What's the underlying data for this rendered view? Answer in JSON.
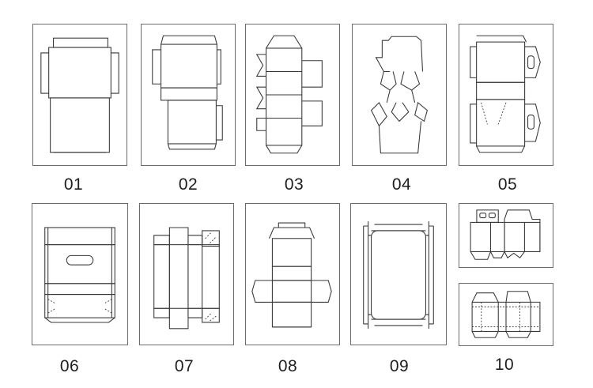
{
  "dielines": [
    {
      "id": "box-01",
      "number": "01"
    },
    {
      "id": "box-02",
      "number": "02"
    },
    {
      "id": "box-03",
      "number": "03"
    },
    {
      "id": "box-04",
      "number": "04"
    },
    {
      "id": "box-05",
      "number": "05"
    },
    {
      "id": "box-06",
      "number": "06"
    },
    {
      "id": "box-07",
      "number": "07"
    },
    {
      "id": "box-08",
      "number": "08"
    },
    {
      "id": "box-09",
      "number": "09"
    },
    {
      "id": "box-10",
      "number": "10"
    }
  ],
  "colors": {
    "line": "#3a3a3a",
    "frame": "#6b6b6b",
    "text": "#1e1e1e"
  }
}
